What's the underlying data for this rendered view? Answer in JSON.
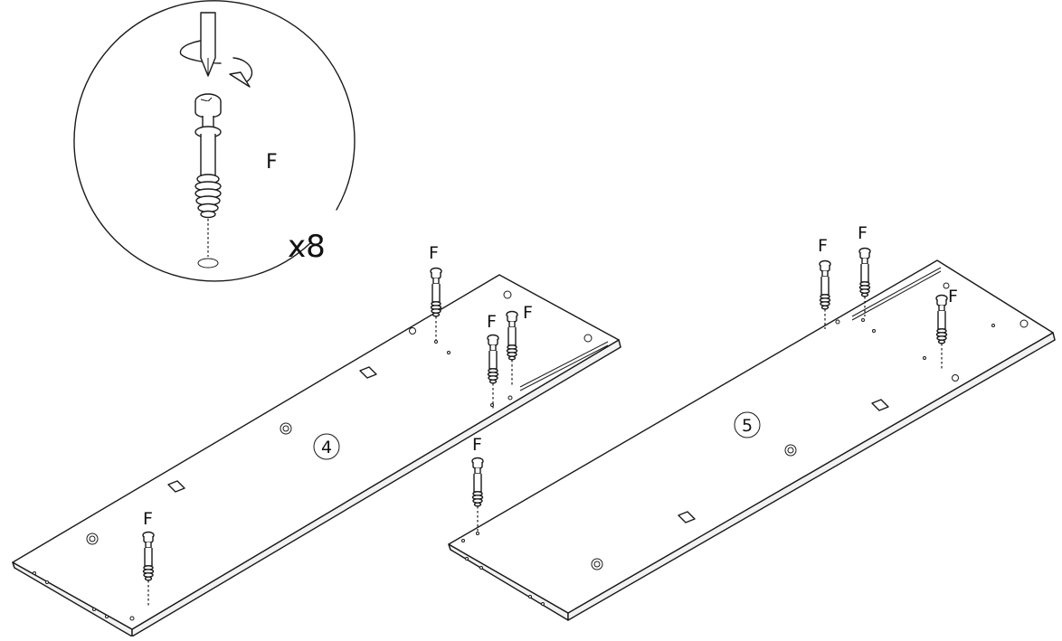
{
  "detail": {
    "part_letter": "F",
    "quantity": "x8"
  },
  "boards": [
    {
      "number": "4"
    },
    {
      "number": "5"
    }
  ],
  "fitting_label": "F",
  "icons": {
    "screwdriver": "screwdriver-icon",
    "rotation": "rotate-arrow-icon",
    "cam_bolt": "cam-bolt-icon"
  }
}
